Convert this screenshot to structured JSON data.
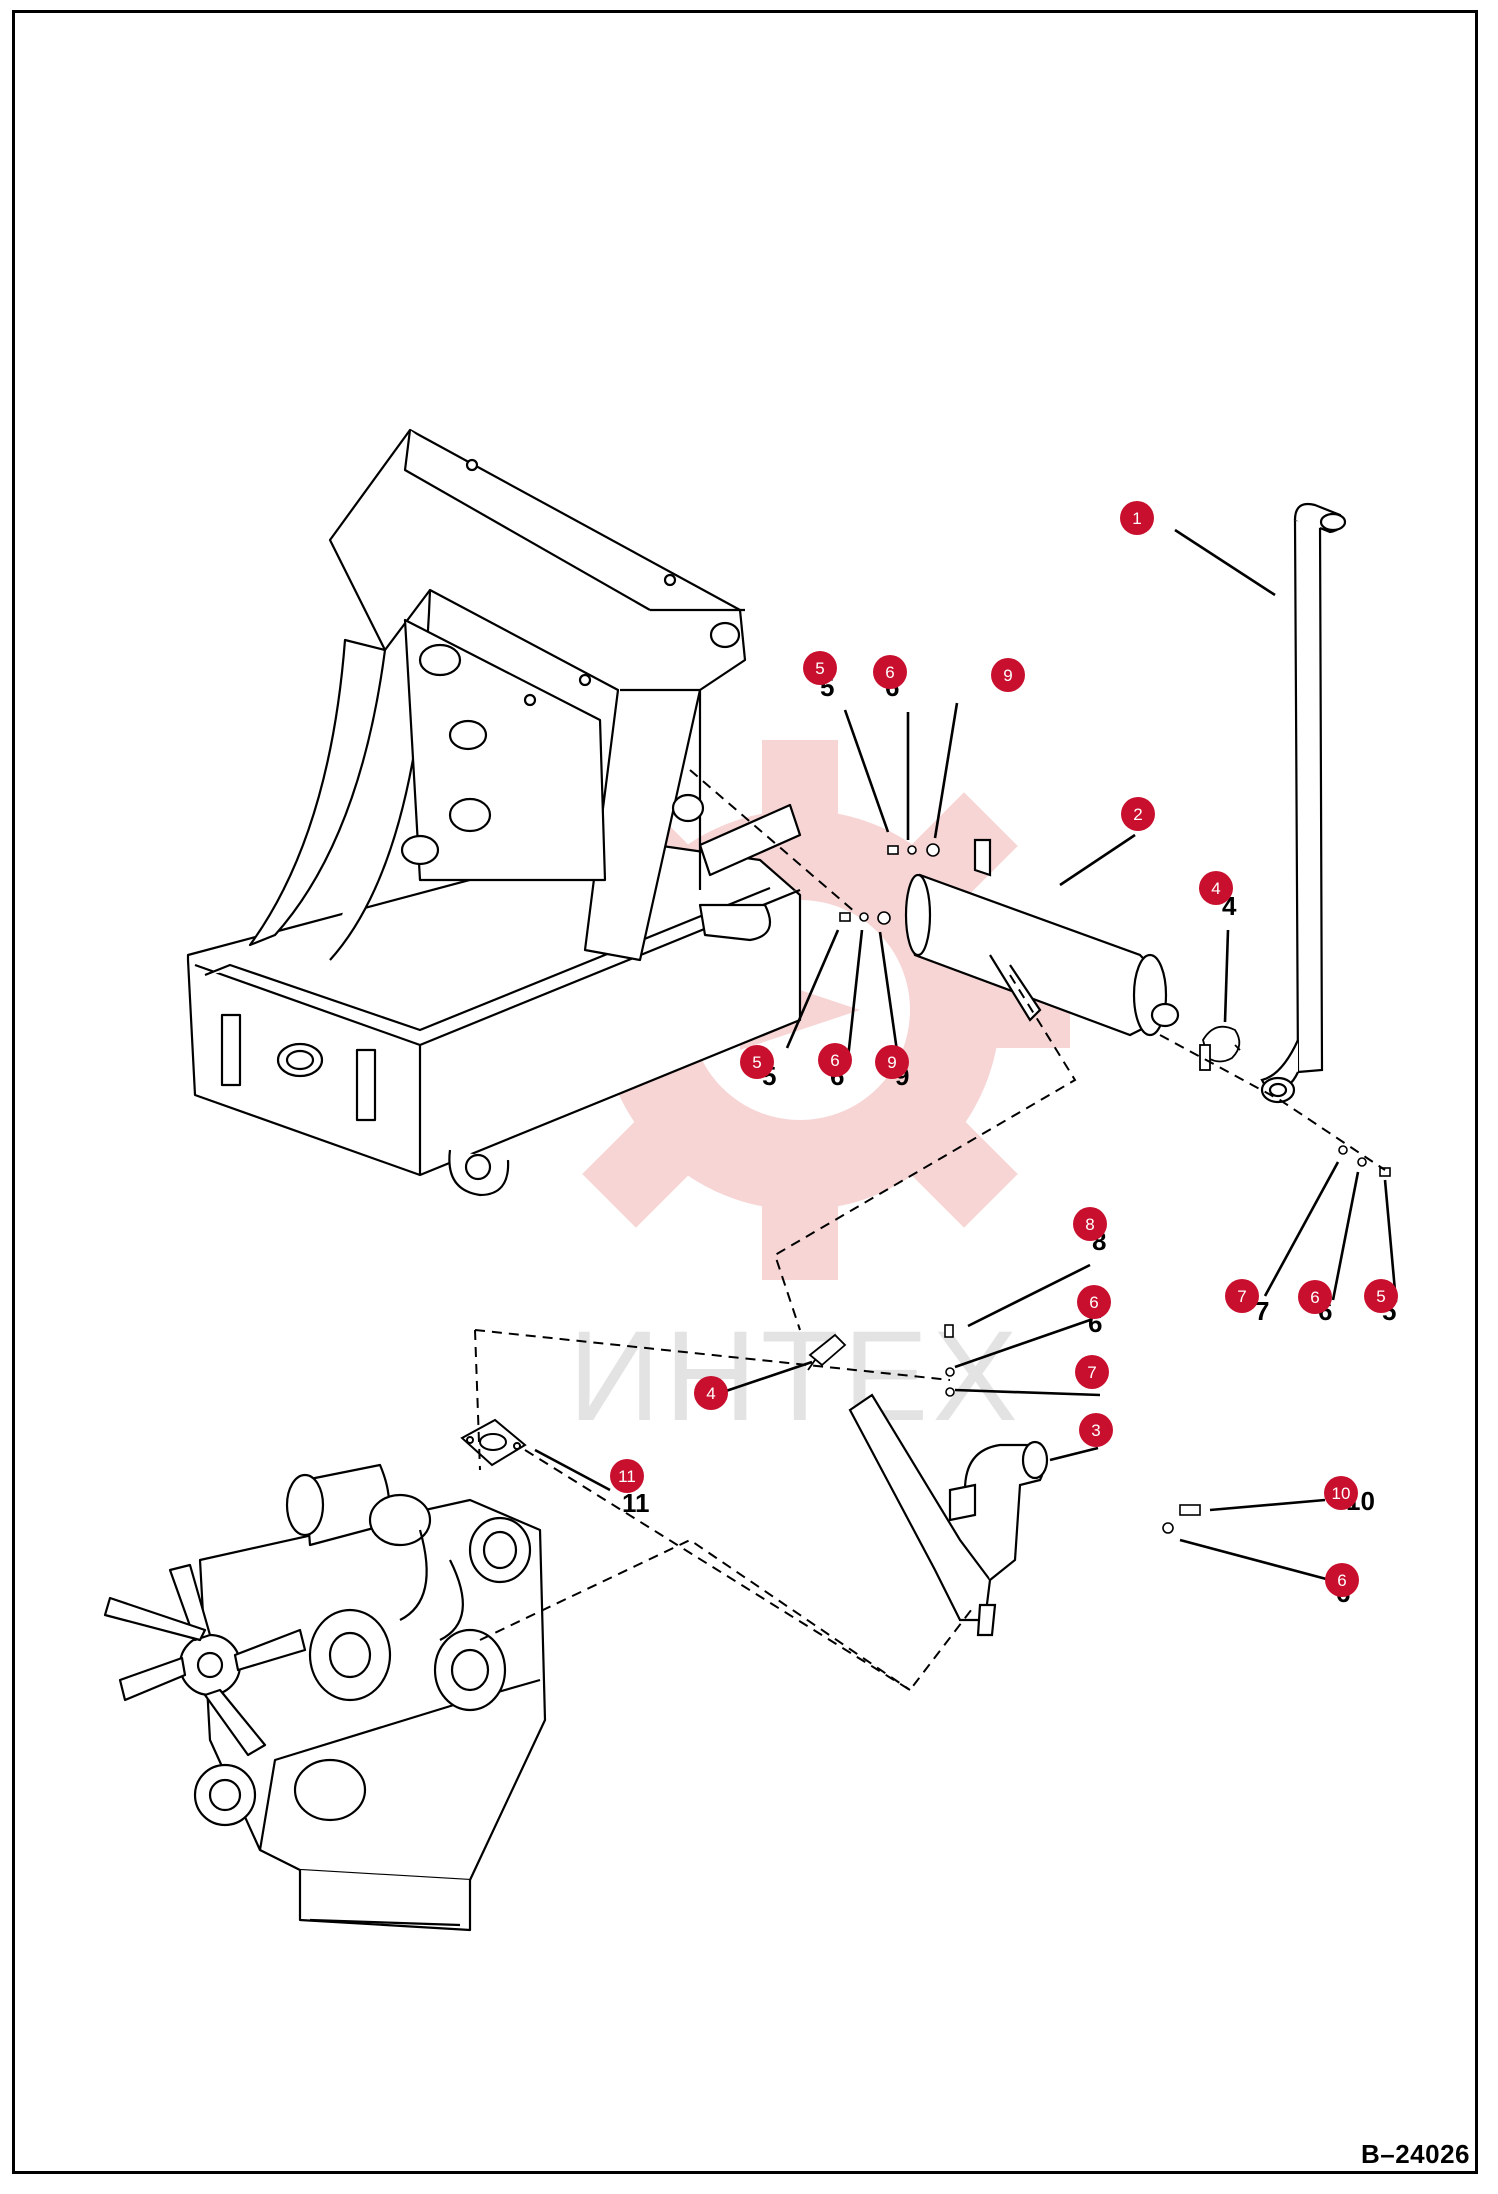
{
  "watermark": {
    "text": "ИНТЕХ"
  },
  "drawing_number": "B–24026",
  "callout_color": "#c8102e",
  "callouts": [
    "1",
    "2",
    "3",
    "4",
    "4",
    "5",
    "5",
    "5",
    "6",
    "6",
    "6",
    "6",
    "6",
    "7",
    "7",
    "8",
    "9",
    "9",
    "10",
    "11"
  ],
  "callout_echoes": [
    "4",
    "5",
    "5",
    "5",
    "6",
    "6",
    "6",
    "6",
    "6",
    "7",
    "8",
    "9",
    "10",
    "11"
  ]
}
